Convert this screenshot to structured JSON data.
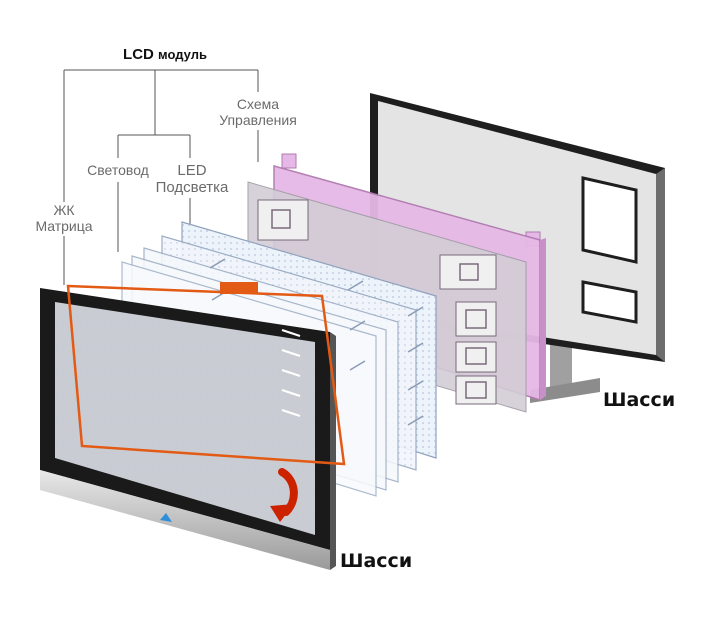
{
  "title": {
    "main": "LCD",
    "suffix": "модуль"
  },
  "labels": {
    "control_circuit": [
      "Схема",
      "Управления"
    ],
    "light_guide": "Световод",
    "led_backlight": [
      "LED",
      "Подсветка"
    ],
    "lcd_matrix": [
      "ЖК",
      "Матрица"
    ]
  },
  "chassis_back": "Шасси",
  "chassis_front": "Шасси",
  "colors": {
    "bezel": "#1a1a1a",
    "panel": "#c9cdd3",
    "matrix_outline": "#e35a14",
    "board": "#e6b8e6",
    "arrow": "#cc2200",
    "leader_line": "#555555"
  }
}
